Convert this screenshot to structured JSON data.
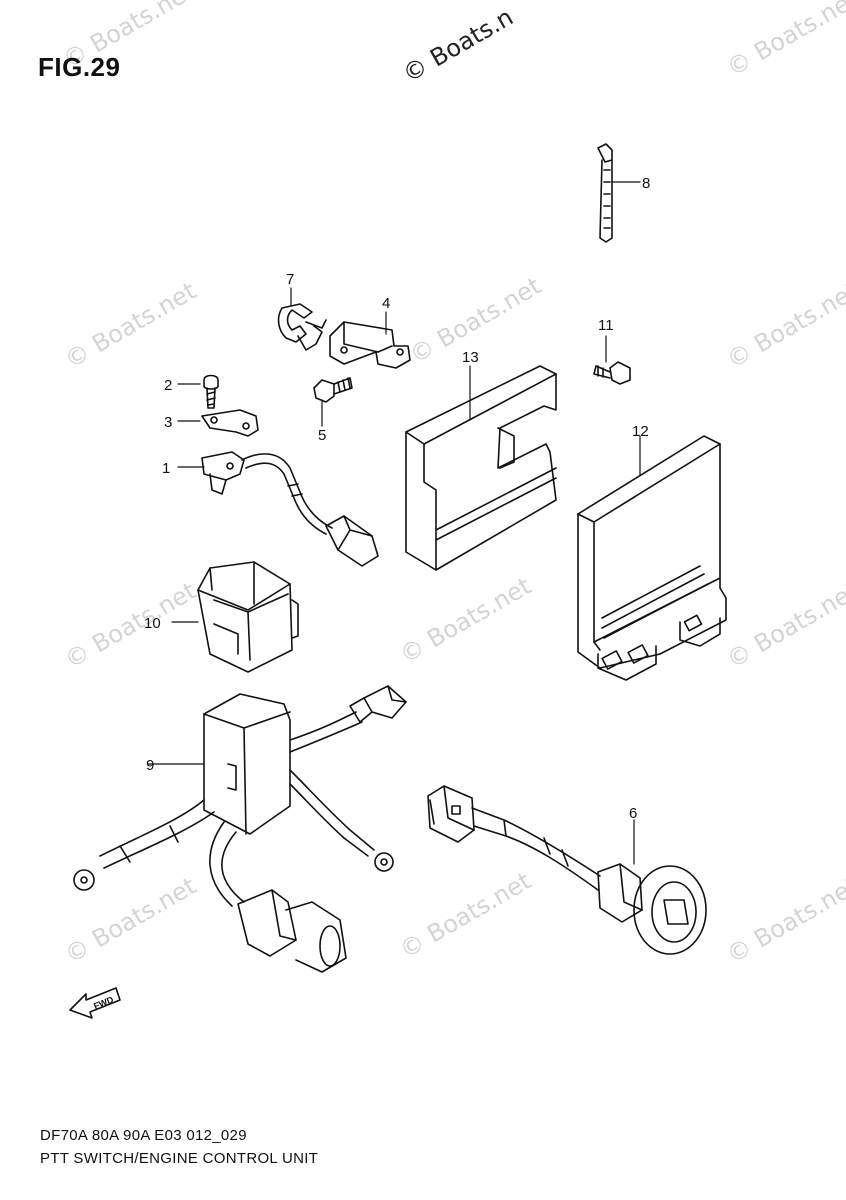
{
  "figure": {
    "title": "FIG.29"
  },
  "watermarks": {
    "top": "© Boats.n",
    "repeat": "© Boats.net"
  },
  "callouts": [
    "1",
    "2",
    "3",
    "4",
    "5",
    "6",
    "7",
    "8",
    "9",
    "10",
    "11",
    "12",
    "13"
  ],
  "fwd_label": "FWD",
  "footer": {
    "model": "DF70A 80A 90A E03 012_029",
    "caption": "PTT SWITCH/ENGINE CONTROL UNIT"
  }
}
